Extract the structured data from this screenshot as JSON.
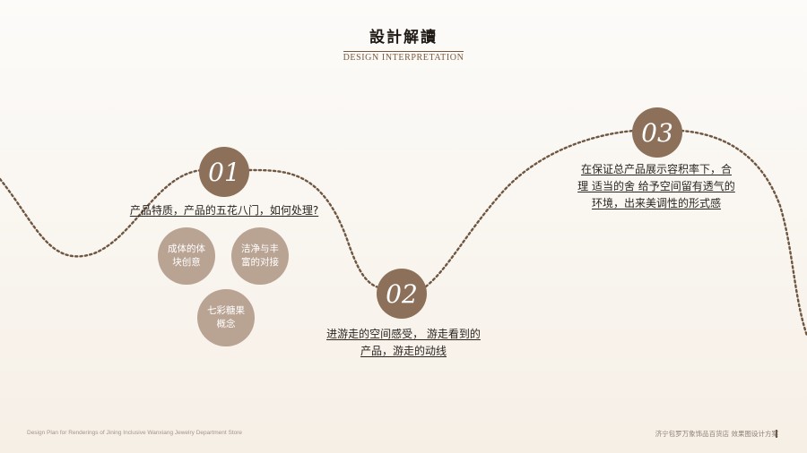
{
  "header": {
    "title_cn": "設計解讀",
    "title_en": "DESIGN INTERPRETATION"
  },
  "steps": [
    {
      "number": "01",
      "caption": "产品特质，产品的五花八门，如何处理?",
      "bubbles": [
        "成体的体\n块创意",
        "洁净与丰\n富的对接",
        "七彩糖果\n概念"
      ]
    },
    {
      "number": "02",
      "caption_lines": [
        "进游走的空间感受，  游走看到的",
        "产品，游走的动线"
      ]
    },
    {
      "number": "03",
      "caption_lines": [
        "在保证总产品展示容积率下，合",
        "理 适当的舍 给予空间留有透气的",
        "环境，出来美调性的形式感"
      ]
    }
  ],
  "footer": {
    "left": "Design Plan for Renderings of Jining Inclusive Wanxiang Jewelry Department Store",
    "right": "济宁包罗万象饰品百货店 效果图设计方案"
  },
  "colors": {
    "node": "#8d7059",
    "bubble": "#b9a393",
    "curve": "#6e5640"
  }
}
